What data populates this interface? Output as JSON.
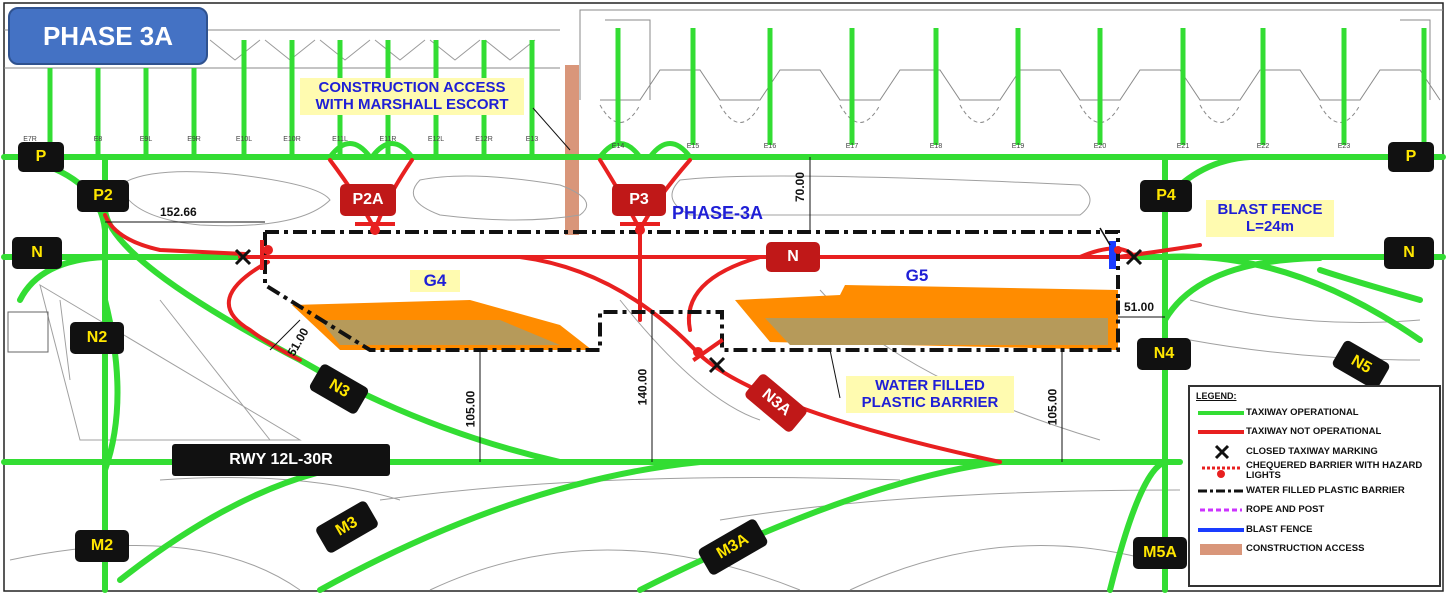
{
  "title": "PHASE 3A",
  "phase_label": "PHASE-3A",
  "notes": {
    "construction_access": "CONSTRUCTION ACCESS WITH MARSHALL ESCORT",
    "blast_fence": "BLAST FENCE L=24m",
    "water_barrier": "WATER FILLED PLASTIC BARRIER"
  },
  "runway": "RWY 12L-30R",
  "zones": {
    "g4": "G4",
    "g5": "G5"
  },
  "dimensions": {
    "d15266": "152.66",
    "d7000": "70.00",
    "d5100a": "51.00",
    "d5100b": "51.00",
    "d10500a": "105.00",
    "d14000": "140.00",
    "d10500b": "105.00"
  },
  "taxiway_signs": {
    "p_left": "P",
    "p_right": "P",
    "p2": "P2",
    "p4": "P4",
    "n_left": "N",
    "n_right": "N",
    "n_center": "N",
    "n2": "N2",
    "n4": "N4",
    "n5": "N5",
    "n3": "N3",
    "n3a": "N3A",
    "p2a": "P2A",
    "p3": "P3",
    "m2": "M2",
    "m3": "M3",
    "m3a": "M3A",
    "m5a": "M5A"
  },
  "stands": [
    "E7R",
    "E8",
    "E9L",
    "E9R",
    "E10L",
    "E10R",
    "E11L",
    "E11R",
    "E12L",
    "E12R",
    "E13",
    "E14",
    "E15",
    "E16",
    "E17",
    "E18",
    "E19",
    "E20",
    "E21",
    "E22",
    "E23"
  ],
  "legend": {
    "title": "LEGEND:",
    "items": [
      {
        "label": "TAXIWAY OPERATIONAL",
        "symbol": "green-line",
        "color": "#33dd33"
      },
      {
        "label": "TAXIWAY NOT OPERATIONAL",
        "symbol": "red-line",
        "color": "#e82020"
      },
      {
        "label": "CLOSED TAXIWAY MARKING",
        "symbol": "x-mark",
        "color": "#111111"
      },
      {
        "label": "CHEQUERED BARRIER WITH HAZARD LIGHTS",
        "symbol": "chequered-barrier",
        "color": "#e82020"
      },
      {
        "label": "WATER FILLED PLASTIC BARRIER",
        "symbol": "dash-dot-line",
        "color": "#111111"
      },
      {
        "label": "ROPE AND POST",
        "symbol": "dashed-line",
        "color": "#cc33ff"
      },
      {
        "label": "BLAST FENCE",
        "symbol": "blue-line",
        "color": "#1a3cff"
      },
      {
        "label": "CONSTRUCTION ACCESS",
        "symbol": "brown-block",
        "color": "#d9967a"
      }
    ]
  },
  "colors": {
    "operational": "#33dd33",
    "not_operational": "#e82020",
    "work_area": "#ff8c00",
    "work_area_inner": "#b69a5a",
    "blast_fence": "#1a3cff",
    "construction_access": "#d9967a",
    "sign_black": "#111111",
    "sign_red": "#c01818",
    "sign_text": "#ffe600"
  }
}
